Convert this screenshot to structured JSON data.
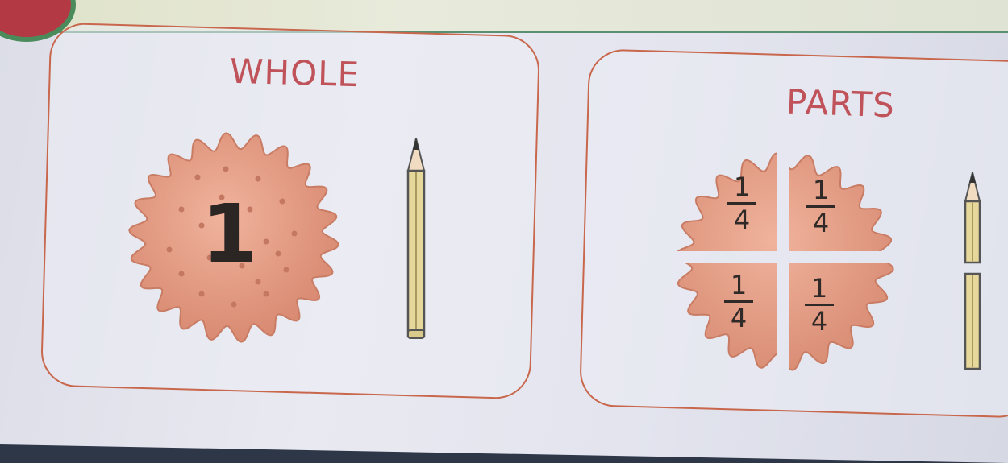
{
  "whole_panel": {
    "title": "WHOLE",
    "numeral": "1"
  },
  "parts_panel": {
    "title": "PARTS",
    "pieces": [
      {
        "numerator": "1",
        "denominator": "4"
      },
      {
        "numerator": "1",
        "denominator": "4"
      },
      {
        "numerator": "1",
        "denominator": "4"
      },
      {
        "numerator": "1",
        "denominator": "4"
      }
    ]
  },
  "colors": {
    "title_red": "#c0525a",
    "card_border": "#c8674c",
    "biscuit": "#e9a289",
    "pencil": "#e6d79a"
  }
}
